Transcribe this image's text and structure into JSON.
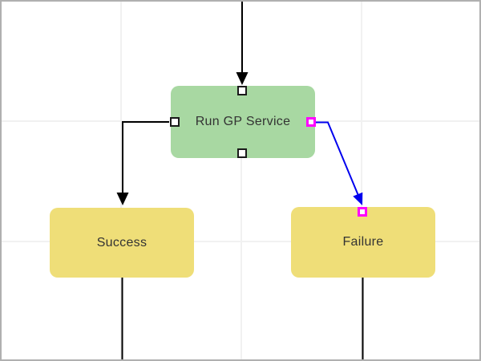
{
  "canvas": {
    "background": "#ffffff",
    "border_color": "#b0b0b0",
    "gridline_color": "#f1f1f1"
  },
  "nodes": {
    "run_gp_service": {
      "label": "Run GP Service",
      "fill": "#a8d8a2",
      "shape": "rounded-rect"
    },
    "success": {
      "label": "Success",
      "fill": "#efde78",
      "shape": "rounded-rect"
    },
    "failure": {
      "label": "Failure",
      "fill": "#efde78",
      "shape": "rounded-rect"
    }
  },
  "edges": {
    "into_run_gp": {
      "color": "#000000",
      "style": "arrow"
    },
    "run_gp_to_success": {
      "color": "#000000",
      "style": "arrow"
    },
    "run_gp_to_failure": {
      "color": "#0000ee",
      "style": "arrow",
      "state": "selected"
    },
    "success_down": {
      "color": "#000000",
      "style": "line"
    },
    "failure_down": {
      "color": "#000000",
      "style": "line"
    }
  },
  "ports": {
    "fill": "#ffffff",
    "border": "#1a1a1a",
    "selected_border": "#ff00ff"
  }
}
